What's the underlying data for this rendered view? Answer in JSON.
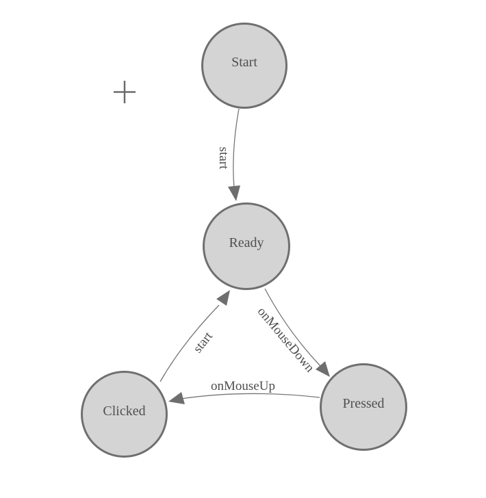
{
  "colors": {
    "background": "#ffffff",
    "node_fill": "#d4d4d4",
    "node_border": "#6f6f6f",
    "edge_stroke": "#757575",
    "arrow_fill": "#6e6e6e",
    "text": "#505052"
  },
  "icons": {
    "plus": "+"
  },
  "diagram": {
    "type": "state-machine",
    "nodes": [
      {
        "id": "start",
        "label": "Start"
      },
      {
        "id": "ready",
        "label": "Ready"
      },
      {
        "id": "clicked",
        "label": "Clicked"
      },
      {
        "id": "pressed",
        "label": "Pressed"
      }
    ],
    "edges": [
      {
        "from": "Start",
        "to": "Ready",
        "label": "start"
      },
      {
        "from": "Ready",
        "to": "Pressed",
        "label": "onMouseDown"
      },
      {
        "from": "Pressed",
        "to": "Clicked",
        "label": "onMouseUp"
      },
      {
        "from": "Clicked",
        "to": "Ready",
        "label": "start"
      }
    ]
  }
}
